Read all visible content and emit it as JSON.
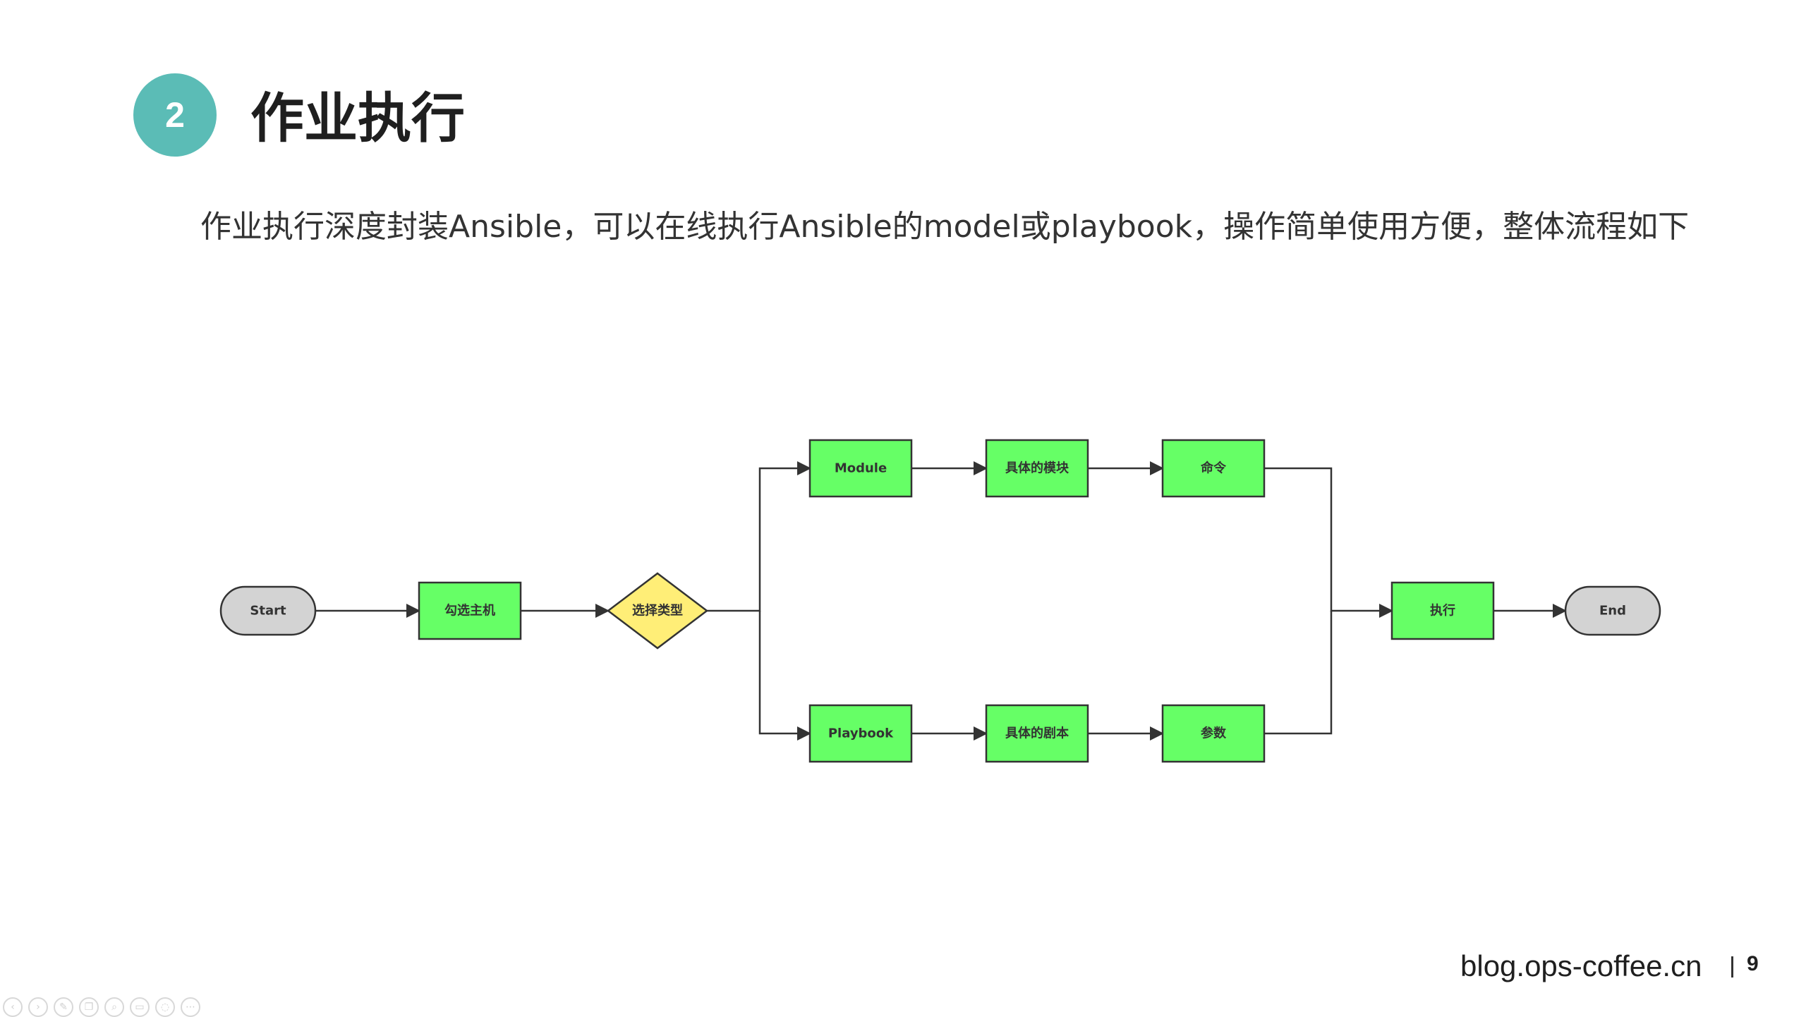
{
  "slide": {
    "section_number": "2",
    "title": "作业执行",
    "subtitle": "作业执行深度封装Ansible，可以在线执行Ansible的model或playbook，操作简单使用方便，整体流程如下"
  },
  "flowchart": {
    "nodes": [
      {
        "id": "start",
        "label": "Start",
        "shape": "terminal"
      },
      {
        "id": "select_host",
        "label": "勾选主机",
        "shape": "process"
      },
      {
        "id": "select_type",
        "label": "选择类型",
        "shape": "decision"
      },
      {
        "id": "module",
        "label": "Module",
        "shape": "process"
      },
      {
        "id": "specific_module",
        "label": "具体的模块",
        "shape": "process"
      },
      {
        "id": "command",
        "label": "命令",
        "shape": "process"
      },
      {
        "id": "playbook",
        "label": "Playbook",
        "shape": "process"
      },
      {
        "id": "specific_script",
        "label": "具体的剧本",
        "shape": "process"
      },
      {
        "id": "params",
        "label": "参数",
        "shape": "process"
      },
      {
        "id": "execute",
        "label": "执行",
        "shape": "process"
      },
      {
        "id": "end",
        "label": "End",
        "shape": "terminal"
      }
    ],
    "edges": [
      [
        "start",
        "select_host"
      ],
      [
        "select_host",
        "select_type"
      ],
      [
        "select_type",
        "module"
      ],
      [
        "select_type",
        "playbook"
      ],
      [
        "module",
        "specific_module"
      ],
      [
        "specific_module",
        "command"
      ],
      [
        "playbook",
        "specific_script"
      ],
      [
        "specific_script",
        "params"
      ],
      [
        "command",
        "execute"
      ],
      [
        "params",
        "execute"
      ],
      [
        "execute",
        "end"
      ]
    ],
    "colors": {
      "process_fill": "#66ff66",
      "decision_fill": "#ffee77",
      "terminal_fill": "#d3d3d3",
      "stroke": "#333333"
    }
  },
  "footer": {
    "site": "blog.ops-coffee.cn",
    "page_number": "9"
  },
  "presenter_toolbar": {
    "icons": [
      "previous-icon",
      "next-icon",
      "pen-icon",
      "copy-icon",
      "zoom-icon",
      "screen-icon",
      "hide-icon",
      "more-icon"
    ]
  }
}
